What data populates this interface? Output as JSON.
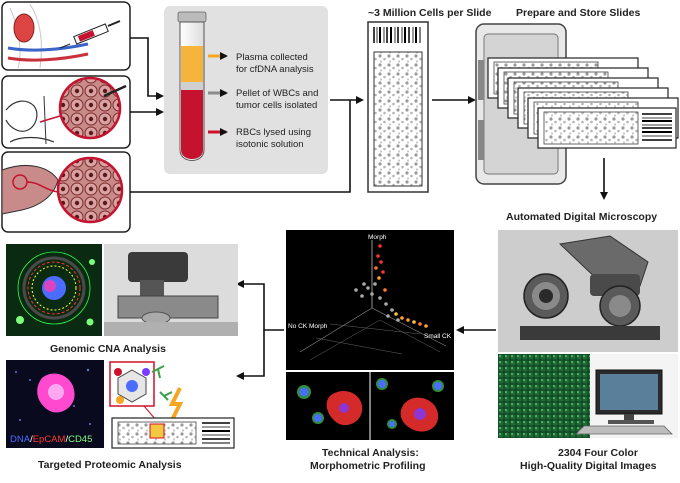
{
  "tube_labels": {
    "plasma_1": "Plasma collected",
    "plasma_2": "for cfDNA analysis",
    "pellet_1": "Pellet of WBCs and",
    "pellet_2": "tumor cells isolated",
    "rbc_1": "RBCs lysed using",
    "rbc_2": "isotonic solution"
  },
  "step_labels": {
    "cells_per_slide": "~3 Million Cells per Slide",
    "prepare_store": "Prepare and Store Slides",
    "microscopy": "Automated Digital Microscopy",
    "images_1": "2304 Four Color",
    "images_2": "High-Quality Digital Images",
    "technical_1": "Technical Analysis:",
    "technical_2": "Morphometric Profiling",
    "genomic": "Genomic CNA Analysis",
    "proteomic": "Targeted Proteomic Analysis"
  },
  "plot_labels": {
    "top": "Morph",
    "left": "No CK Morph",
    "right": "Small CK"
  },
  "stain_legend": {
    "dna": "DNA",
    "sep1": "/",
    "epcam": "EpCAM",
    "sep2": "/",
    "cd45": "CD45"
  },
  "colors": {
    "plasma": "#f5b43c",
    "rbc": "#c4122f",
    "arrow_plasma": "#f5a623",
    "arrow_pellet": "#8c8c8c",
    "arrow_rbc": "#d0102a",
    "dna": "#4a6cff",
    "epcam": "#ff3b2f",
    "cd45": "#7dff7d"
  }
}
